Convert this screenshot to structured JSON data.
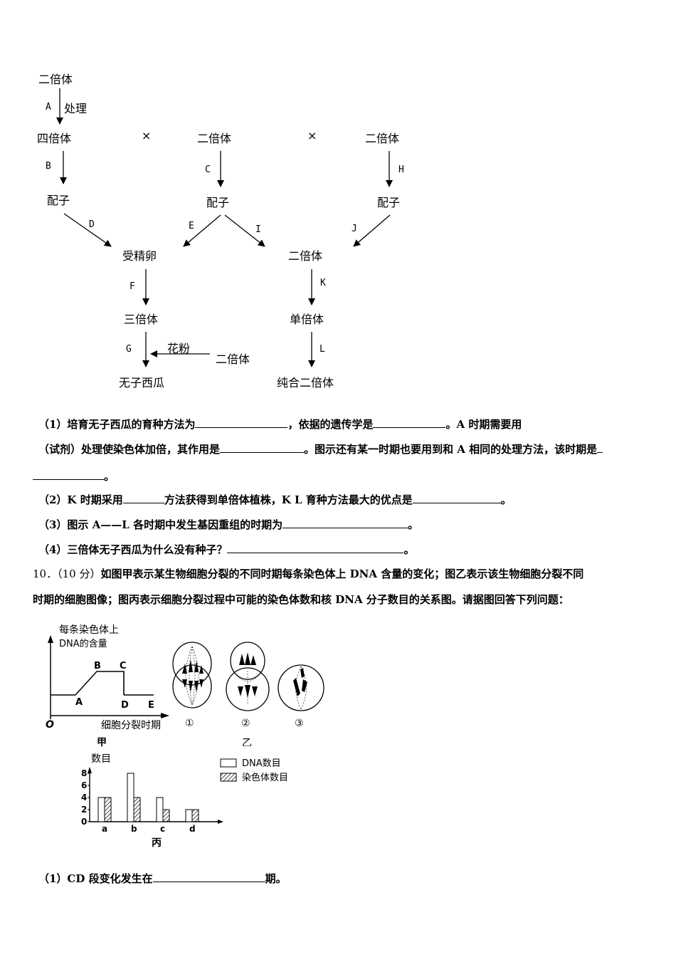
{
  "flowchart": {
    "nodes": {
      "diploid_top": "二倍体",
      "tetraploid": "四倍体",
      "diploid_mid": "二倍体",
      "diploid_right": "二倍体",
      "gamete_left": "配子",
      "gamete_mid": "配子",
      "gamete_right": "配子",
      "zygote": "受精卵",
      "diploid_center": "二倍体",
      "triploid": "三倍体",
      "haploid": "单倍体",
      "seedless_watermelon": "无子西瓜",
      "pure_diploid": "纯合二倍体",
      "pollen": "花粉",
      "diploid_pollen_source": "二倍体"
    },
    "cross_symbols": [
      "×",
      "×"
    ],
    "treatment_label": "处理",
    "step_labels": {
      "A": "A",
      "B": "B",
      "C": "C",
      "D": "D",
      "E": "E",
      "F": "F",
      "G": "G",
      "H": "H",
      "I": "I",
      "J": "J",
      "K": "K",
      "L": "L"
    }
  },
  "questions9": {
    "q1_a": "（1）培育无子西瓜的育种方法为",
    "q1_b": "，依据的遗传学是",
    "q1_c": "。A 时期需要用",
    "q1_d": "（试剂）处理使染色体加倍，其作用是",
    "q1_e": "。图示还有某一时期也要用到和 A 相同的处理方法，该时期是",
    "q1_f": "。",
    "q2_a": "（2）K 时期采用",
    "q2_b": "方法获得到单倍体植株，K L 育种方法最大的优点是",
    "q2_c": "。",
    "q3_a": "（3）图示 A——L 各时期中发生基因重组的时期为",
    "q3_b": "。",
    "q4_a": "（4）三倍体无子西瓜为什么没有种子？",
    "q4_b": "。"
  },
  "q10": {
    "number": "10．",
    "score": "（10 分）",
    "stem1": "如图甲表示某生物细胞分裂的不同时期每条染色体上 DNA 含量的变化；图乙表示该生物细胞分裂不同",
    "stem2": "时期的细胞图像；图丙表示细胞分裂过程中可能的染色体数和核 DNA 分子数目的关系图。请据图回答下列问题：",
    "sub1_a": "（1）CD 段变化发生在",
    "sub1_b": "期。"
  },
  "figure_jia": {
    "ylabel_line1": "每条染色体上",
    "ylabel_line2": "DNA的含量",
    "xlabel": "细胞分裂时期",
    "origin": "O",
    "points": [
      "A",
      "B",
      "C",
      "D",
      "E"
    ],
    "caption": "甲"
  },
  "figure_yi": {
    "cell_labels": [
      "①",
      "②",
      "③"
    ],
    "caption": "乙"
  },
  "chart_data": {
    "type": "bar",
    "title": "",
    "ylabel": "数目",
    "caption": "丙",
    "categories": [
      "a",
      "b",
      "c",
      "d"
    ],
    "yticks": [
      "0",
      "2",
      "4",
      "6",
      "8"
    ],
    "ylim": [
      0,
      8
    ],
    "series": [
      {
        "name": "DNA数目",
        "values": [
          4,
          8,
          4,
          2
        ]
      },
      {
        "name": "染色体数目",
        "values": [
          4,
          4,
          2,
          2
        ]
      }
    ]
  }
}
